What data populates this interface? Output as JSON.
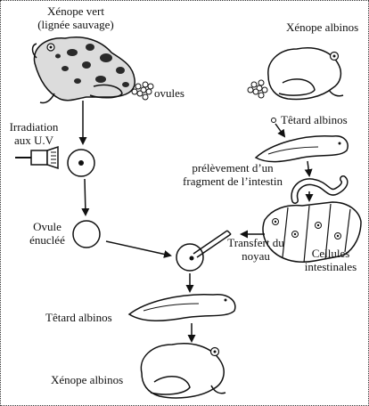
{
  "labels": {
    "xenope_vert_line1": "Xénope vert",
    "xenope_vert_line2": "(lignée sauvage)",
    "ovules": "ovules",
    "xenope_albinos_top": "Xénope albinos",
    "irradiation_line1": "Irradiation",
    "irradiation_line2": "aux U.V",
    "tetard_albinos_top": "Têtard albinos",
    "prelevement_line1": "prélèvement d’un",
    "prelevement_line2": "fragment de l’intestin",
    "ovule_enuclee_line1": "Ovule",
    "ovule_enuclee_line2": "énucléé",
    "transfert_line1": "Transfert du",
    "transfert_line2": "noyau",
    "cellules_line1": "Cellules",
    "cellules_line2": "intestinales",
    "tetard_albinos_bottom": "Têtard albinos",
    "xenope_albinos_bottom": "Xénope albinos"
  },
  "colors": {
    "ink": "#111111",
    "spots": "#2a2a2a",
    "skin_wild": "#d9d9d9",
    "background": "#ffffff"
  },
  "icons": {
    "uv_lamp": "uv-lamp-icon",
    "micropipette": "micropipette-icon"
  }
}
